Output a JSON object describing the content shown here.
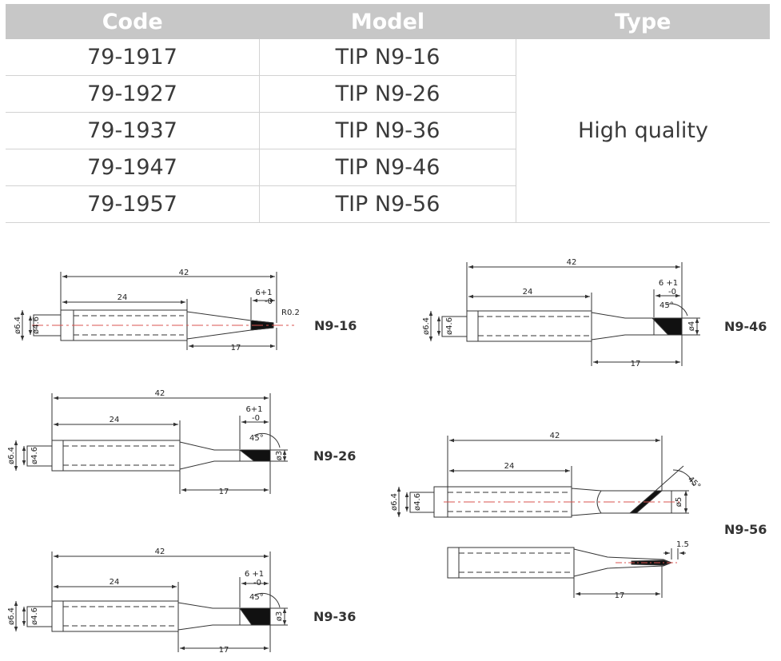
{
  "table": {
    "headers": {
      "code": "Code",
      "model": "Model",
      "type": "Type"
    },
    "rows": [
      {
        "code": "79-1917",
        "model": "TIP N9-16"
      },
      {
        "code": "79-1927",
        "model": "TIP N9-26"
      },
      {
        "code": "79-1937",
        "model": "TIP N9-36"
      },
      {
        "code": "79-1947",
        "model": "TIP N9-46"
      },
      {
        "code": "79-1957",
        "model": "TIP N9-56"
      }
    ],
    "type_value": "High quality"
  },
  "diagrams": {
    "n916": {
      "label": "N9-16",
      "dims": {
        "total": "42",
        "body": "24",
        "tip": "17",
        "taper": "6+1",
        "taper_tol": "-0",
        "radius": "R0.2",
        "dia_outer": "ø6.4",
        "dia_inner": "ø4.6"
      }
    },
    "n926": {
      "label": "N9-26",
      "dims": {
        "total": "42",
        "body": "24",
        "tip": "17",
        "taper": "6+1",
        "taper_tol": "-0",
        "angle": "45°",
        "dia_outer": "ø6.4",
        "dia_inner": "ø4.6",
        "dia_tip": "ø3"
      }
    },
    "n936": {
      "label": "N9-36",
      "dims": {
        "total": "42",
        "body": "24",
        "tip": "17",
        "taper": "6 +1",
        "taper_tol": "-0",
        "angle": "45°",
        "dia_outer": "ø6.4",
        "dia_inner": "ø4.6",
        "dia_tip": "ø3"
      }
    },
    "n946": {
      "label": "N9-46",
      "dims": {
        "total": "42",
        "body": "24",
        "tip": "17",
        "taper": "6 +1",
        "taper_tol": "-0",
        "angle": "45°",
        "dia_outer": "ø6.4",
        "dia_inner": "ø4.6",
        "dia_tip": "ø4"
      }
    },
    "n956": {
      "label": "N9-56",
      "dims": {
        "total": "42",
        "body": "24",
        "tip": "17",
        "angle": "45°",
        "tip_width": "1.5",
        "dia_outer": "ø6.4",
        "dia_inner": "ø4.6",
        "dia_tip": "ø5"
      }
    }
  },
  "colors": {
    "header_bg": "#c7c7c7",
    "centerline": "#d9534f",
    "line": "#333333"
  }
}
